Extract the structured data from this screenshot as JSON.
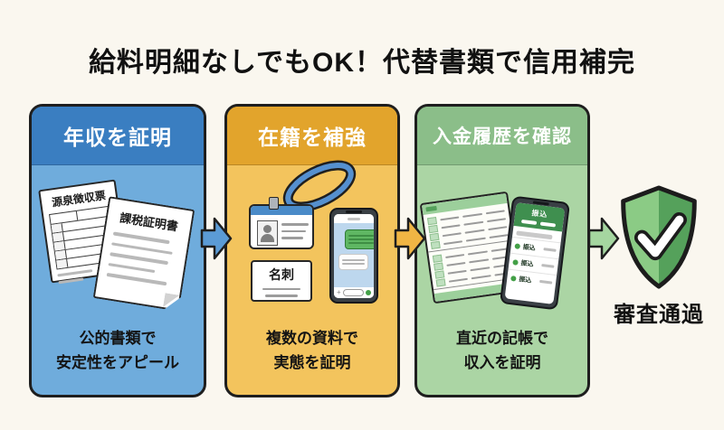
{
  "page": {
    "title": "給料明細なしでもOK！代替書類で信用補完",
    "background": "#FAF7EF"
  },
  "steps": [
    {
      "header": "年収を証明",
      "header_color": "#3A7EC1",
      "body_color": "#6FACDC",
      "caption_line1": "公的書類で",
      "caption_line2": "安定性をアピール",
      "documents": {
        "doc1_title": "源泉徴収票",
        "doc2_title": "課税証明書"
      }
    },
    {
      "header": "在籍を補強",
      "header_color": "#E2A42C",
      "body_color": "#F3C45D",
      "caption_line1": "複数の資料で",
      "caption_line2": "実態を証明",
      "badge_bar_color": "#4A8BC8",
      "card_label": "名刺"
    },
    {
      "header": "入金履歴を確認",
      "header_color": "#8BBE89",
      "body_color": "#ABD5A4",
      "caption_line1": "直近の記帳で",
      "caption_line2": "収入を証明",
      "app_header": "振込",
      "rows": [
        "振込",
        "振込",
        "振込"
      ]
    }
  ],
  "arrows": {
    "blue": "#5B9BD5",
    "orange": "#F0B544",
    "green": "#A5D6A0"
  },
  "result": {
    "label": "審査通過",
    "shield_light": "#8BCB85",
    "shield_dark": "#55A15B"
  }
}
